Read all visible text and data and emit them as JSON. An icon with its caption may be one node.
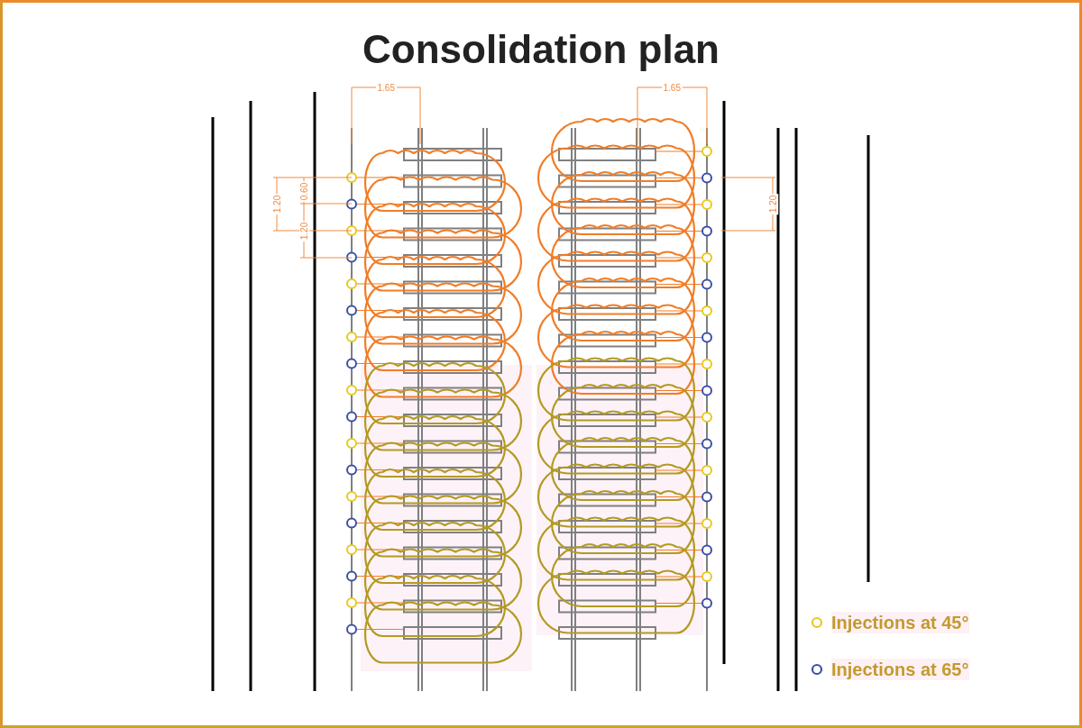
{
  "diagram": {
    "title": "Consolidation plan",
    "labels": [
      "1.65",
      "1.65",
      "0.60",
      "1.20",
      "1.20",
      "1.20"
    ],
    "legend": [
      {
        "text": "Injections at 45°",
        "color": "#e8c81e"
      },
      {
        "text": "Injections at 65°",
        "color": "#3c4fa8"
      }
    ]
  }
}
